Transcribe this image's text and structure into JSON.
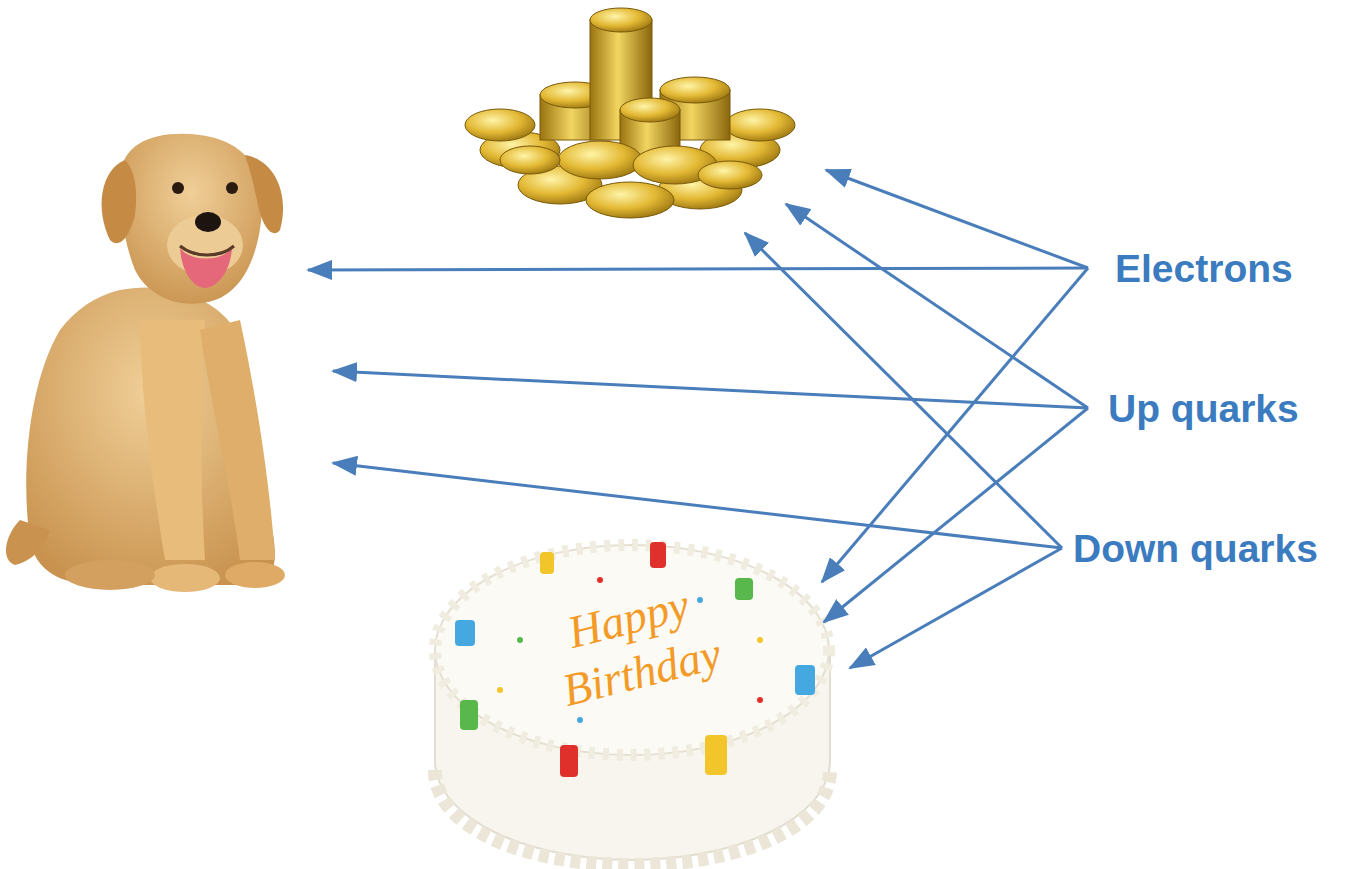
{
  "diagram": {
    "labels": [
      "Electrons",
      "Up quarks",
      "Down quarks",
      "Happy Birthday"
    ]
  }
}
